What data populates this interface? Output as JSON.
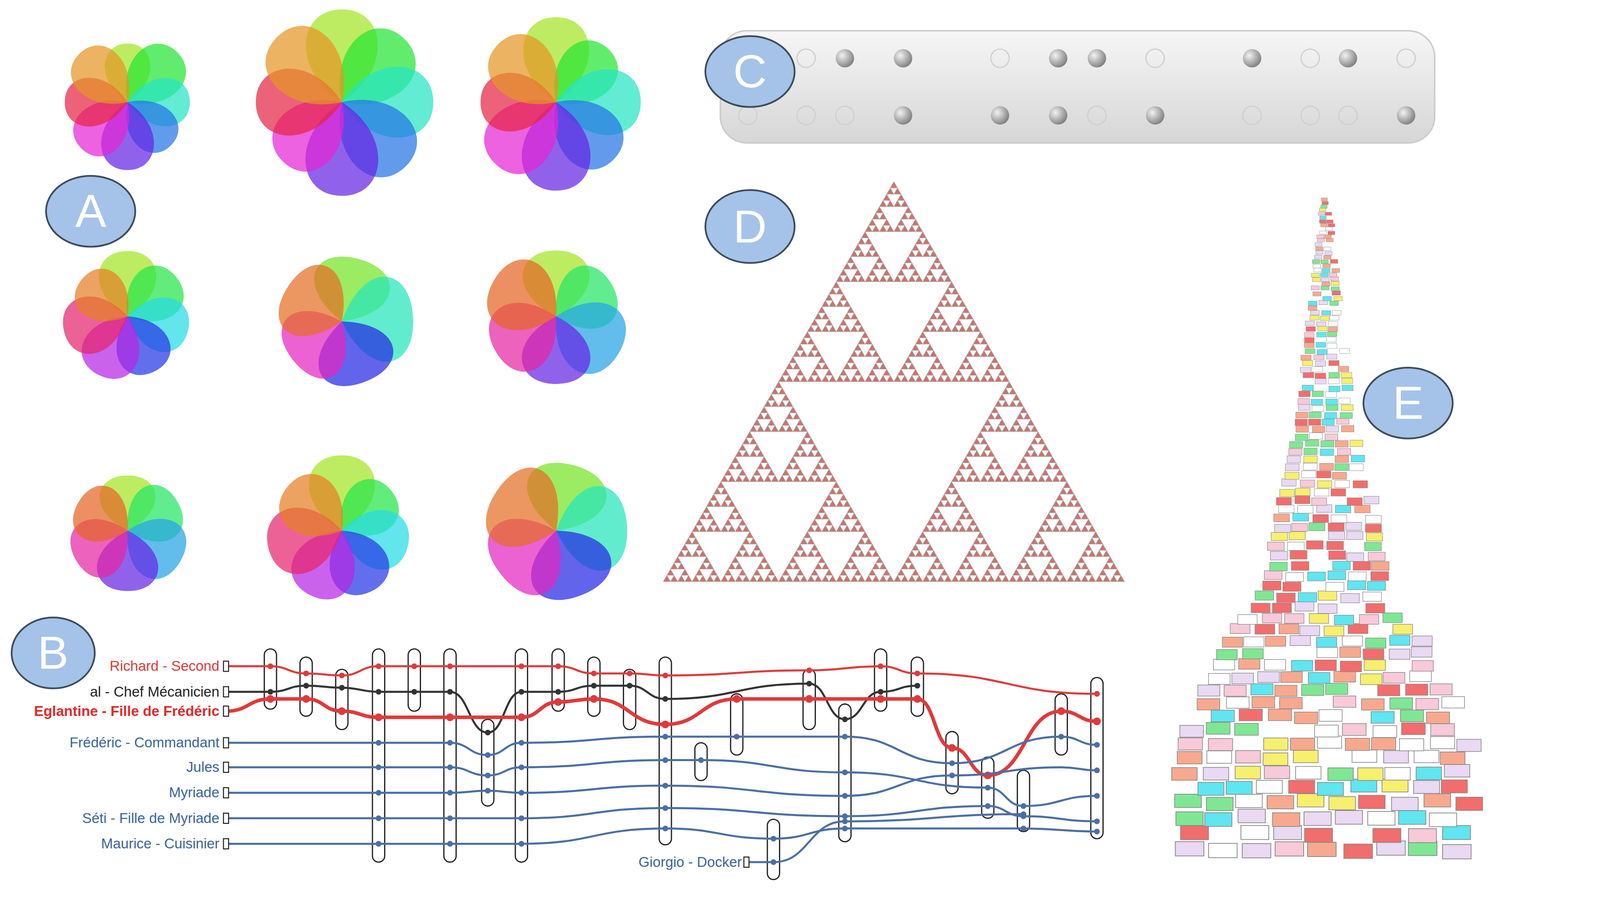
{
  "diagram": {
    "nodes": [
      {
        "text": [
          "A"
        ]
      },
      {
        "text": [
          "B"
        ]
      },
      {
        "text": [
          "C"
        ]
      },
      {
        "text": [
          "D"
        ]
      },
      {
        "text": [
          "E"
        ]
      }
    ],
    "labels": [
      "Richard - Second",
      "al - Chef Mécanicien",
      "Eglantine - Fille de Frédéric",
      "Frédéric - Commandant",
      "Jules",
      "Myriade",
      "Séti - Fille de Myriade",
      "Maurice - Cuisinier",
      "Giorgio - Docker"
    ]
  }
}
